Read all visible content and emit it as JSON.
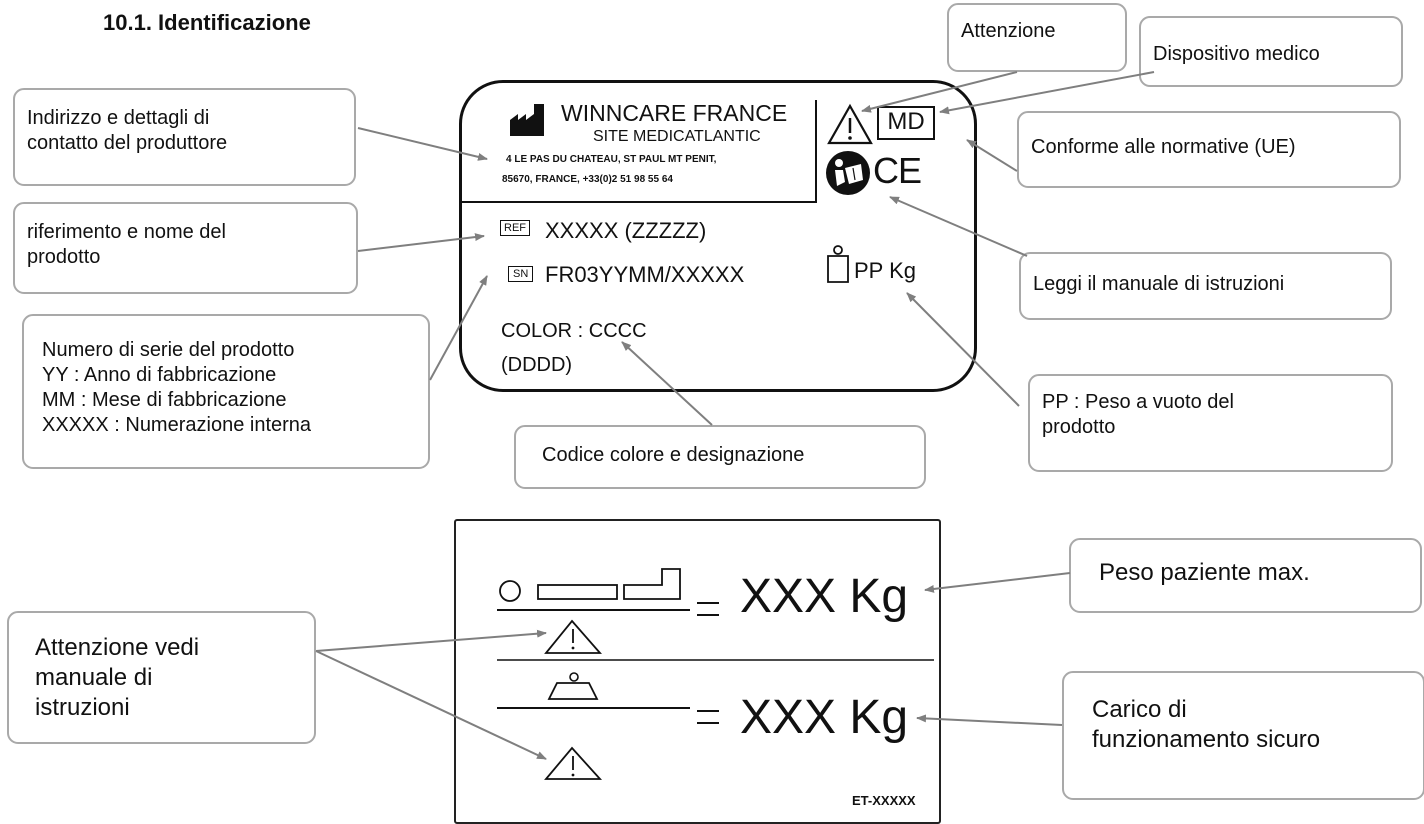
{
  "section_title": "10.1. Identificazione",
  "label": {
    "manufacturer": "WINNCARE FRANCE",
    "site": "SITE MEDICATLANTIC",
    "address_line1": "4 LE PAS DU CHATEAU, ST PAUL MT PENIT,",
    "address_line2": "85670, FRANCE, +33(0)2 51 98 55 64",
    "md_mark": "MD",
    "ce_mark": "CE",
    "ref_tag": "REF",
    "ref_value": "XXXXX (ZZZZZ)",
    "sn_tag": "SN",
    "sn_value": "FR03YYMM/XXXXX",
    "weight_value": "PP Kg",
    "color_value": "COLOR : CCCC",
    "color_designation": "(DDDD)"
  },
  "plate": {
    "max_weight_value": "XXX Kg",
    "safe_load_value": "XXX Kg",
    "code": "ET-XXXXX"
  },
  "callouts": {
    "manufacturer": "Indirizzo e dettagli di\ncontatto del produttore",
    "reference": "riferimento e nome del\nprodotto",
    "serial": "Numero di serie del prodotto\nYY : Anno di fabbricazione\nMM : Mese di fabbricazione\nXXXXX : Numerazione interna",
    "warning": "Attenzione",
    "medical_device": "Dispositivo medico",
    "conformity": "Conforme alle normative (UE)",
    "read_manual": "Leggi il manuale di istruzioni",
    "empty_weight": "PP : Peso a vuoto del\nprodotto",
    "color_code": "Codice colore e designazione",
    "max_patient_weight": "Peso paziente max.",
    "see_manual": "Attenzione vedi\nmanuale di\nistruzioni",
    "safe_load": "Carico di\nfunzionamento sicuro"
  }
}
